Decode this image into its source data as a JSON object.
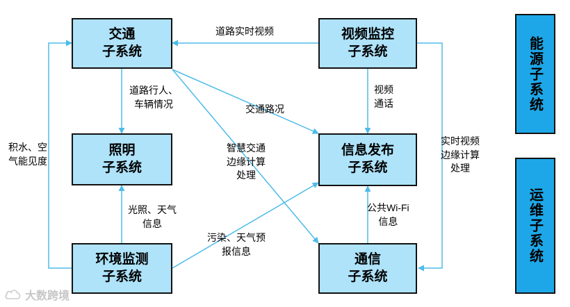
{
  "colors": {
    "box_fill": "#aee3fa",
    "side_fill": "#1ea7e8",
    "arrow": "#4dbbe8",
    "border": "#111111"
  },
  "nodes": {
    "traffic": [
      "交通",
      "子系统"
    ],
    "video": [
      "视频监控",
      "子系统"
    ],
    "lighting": [
      "照明",
      "子系统"
    ],
    "info": [
      "信息发布",
      "子系统"
    ],
    "env": [
      "环境监测",
      "子系统"
    ],
    "comm": [
      "通信",
      "子系统"
    ]
  },
  "side_panels": {
    "energy": "能源子系统",
    "ops": "运维子系统"
  },
  "edges": {
    "road_video": [
      "道路实时视频"
    ],
    "pedestrians": [
      "道路行人、",
      "车辆情况"
    ],
    "traffic_status": [
      "交通路况"
    ],
    "video_call": [
      "视频",
      "通话"
    ],
    "smart_traffic": [
      "智慧交通",
      "边缘计算",
      "处理"
    ],
    "water_air": [
      "积水、空",
      "气能见度"
    ],
    "realtime_edge": [
      "实时视频",
      "边缘计算",
      "处理"
    ],
    "light_weather": [
      "光照、天气",
      "信息"
    ],
    "pollution": [
      "污染、天气预",
      "报信息"
    ],
    "wifi": [
      "公共Wi-Fi",
      "信息"
    ]
  },
  "watermark": "大数跨境",
  "watermark_icon": "cloud-logo-icon"
}
